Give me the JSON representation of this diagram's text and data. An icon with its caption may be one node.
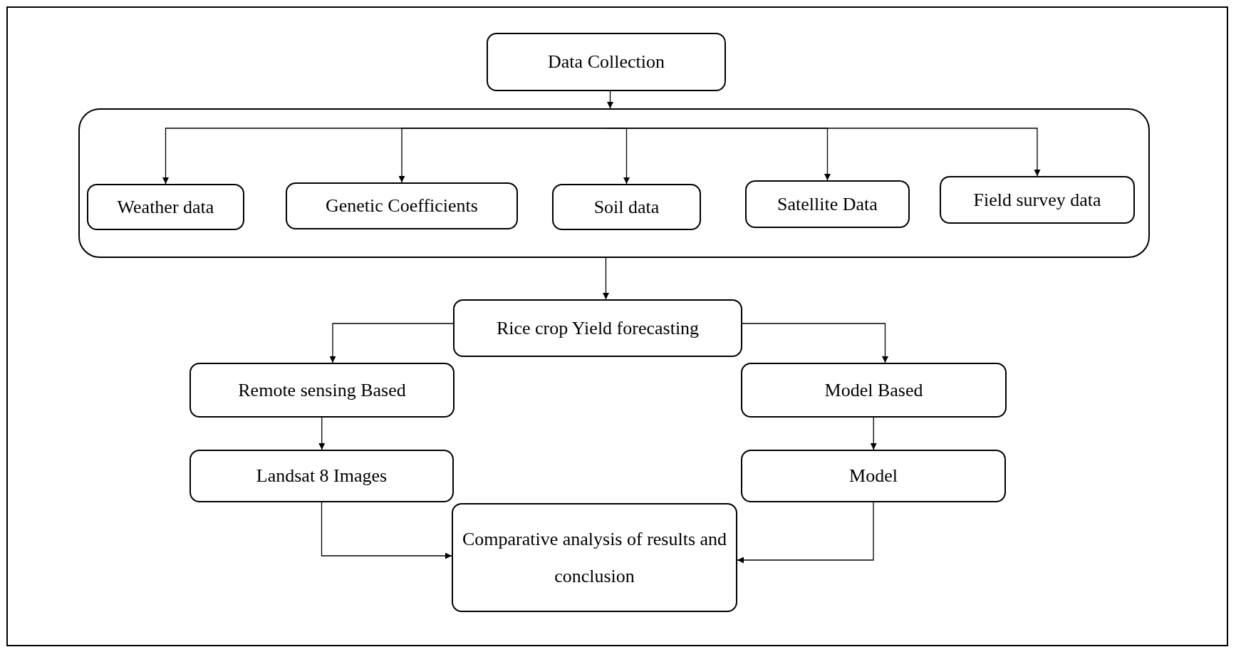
{
  "diagram": {
    "nodes": [
      {
        "text": [
          "Data Collection"
        ]
      },
      {
        "text": [],
        "shape": "box"
      },
      {
        "text": [
          "Weather data"
        ],
        "in": 1
      },
      {
        "text": [
          "Genetic Coefficients"
        ],
        "in": 1
      },
      {
        "text": [
          "Soil data"
        ],
        "in": 1
      },
      {
        "text": [
          "Satellite Data"
        ],
        "in": 1
      },
      {
        "text": [
          "Field survey data"
        ],
        "in": 1
      },
      {
        "text": [
          "Rice crop Yield forecasting"
        ]
      },
      {
        "text": [
          "Remote sensing Based"
        ]
      },
      {
        "text": [
          "Model Based"
        ]
      },
      {
        "text": [
          "Landsat 8 Images"
        ]
      },
      {
        "text": [
          "Model"
        ]
      },
      {
        "text": [
          "Comparative analysis of results and conclusion"
        ]
      }
    ],
    "edges": [
      {
        "from": 0,
        "to": 1,
        "arrow": "to"
      },
      {
        "from": 1,
        "to": 2,
        "arrow": "to"
      },
      {
        "from": 1,
        "to": 3,
        "arrow": "to"
      },
      {
        "from": 1,
        "to": 4,
        "arrow": "to"
      },
      {
        "from": 1,
        "to": 5,
        "arrow": "to"
      },
      {
        "from": 1,
        "to": 6,
        "arrow": "to"
      },
      {
        "from": 1,
        "to": 7,
        "arrow": "to"
      },
      {
        "from": 7,
        "to": 8,
        "arrow": "to"
      },
      {
        "from": 7,
        "to": 9,
        "arrow": "to"
      },
      {
        "from": 8,
        "to": 10,
        "arrow": "to"
      },
      {
        "from": 9,
        "to": 11,
        "arrow": "to"
      },
      {
        "from": 10,
        "to": 12,
        "arrow": "to"
      },
      {
        "from": 11,
        "to": 12,
        "arrow": "to"
      }
    ]
  }
}
